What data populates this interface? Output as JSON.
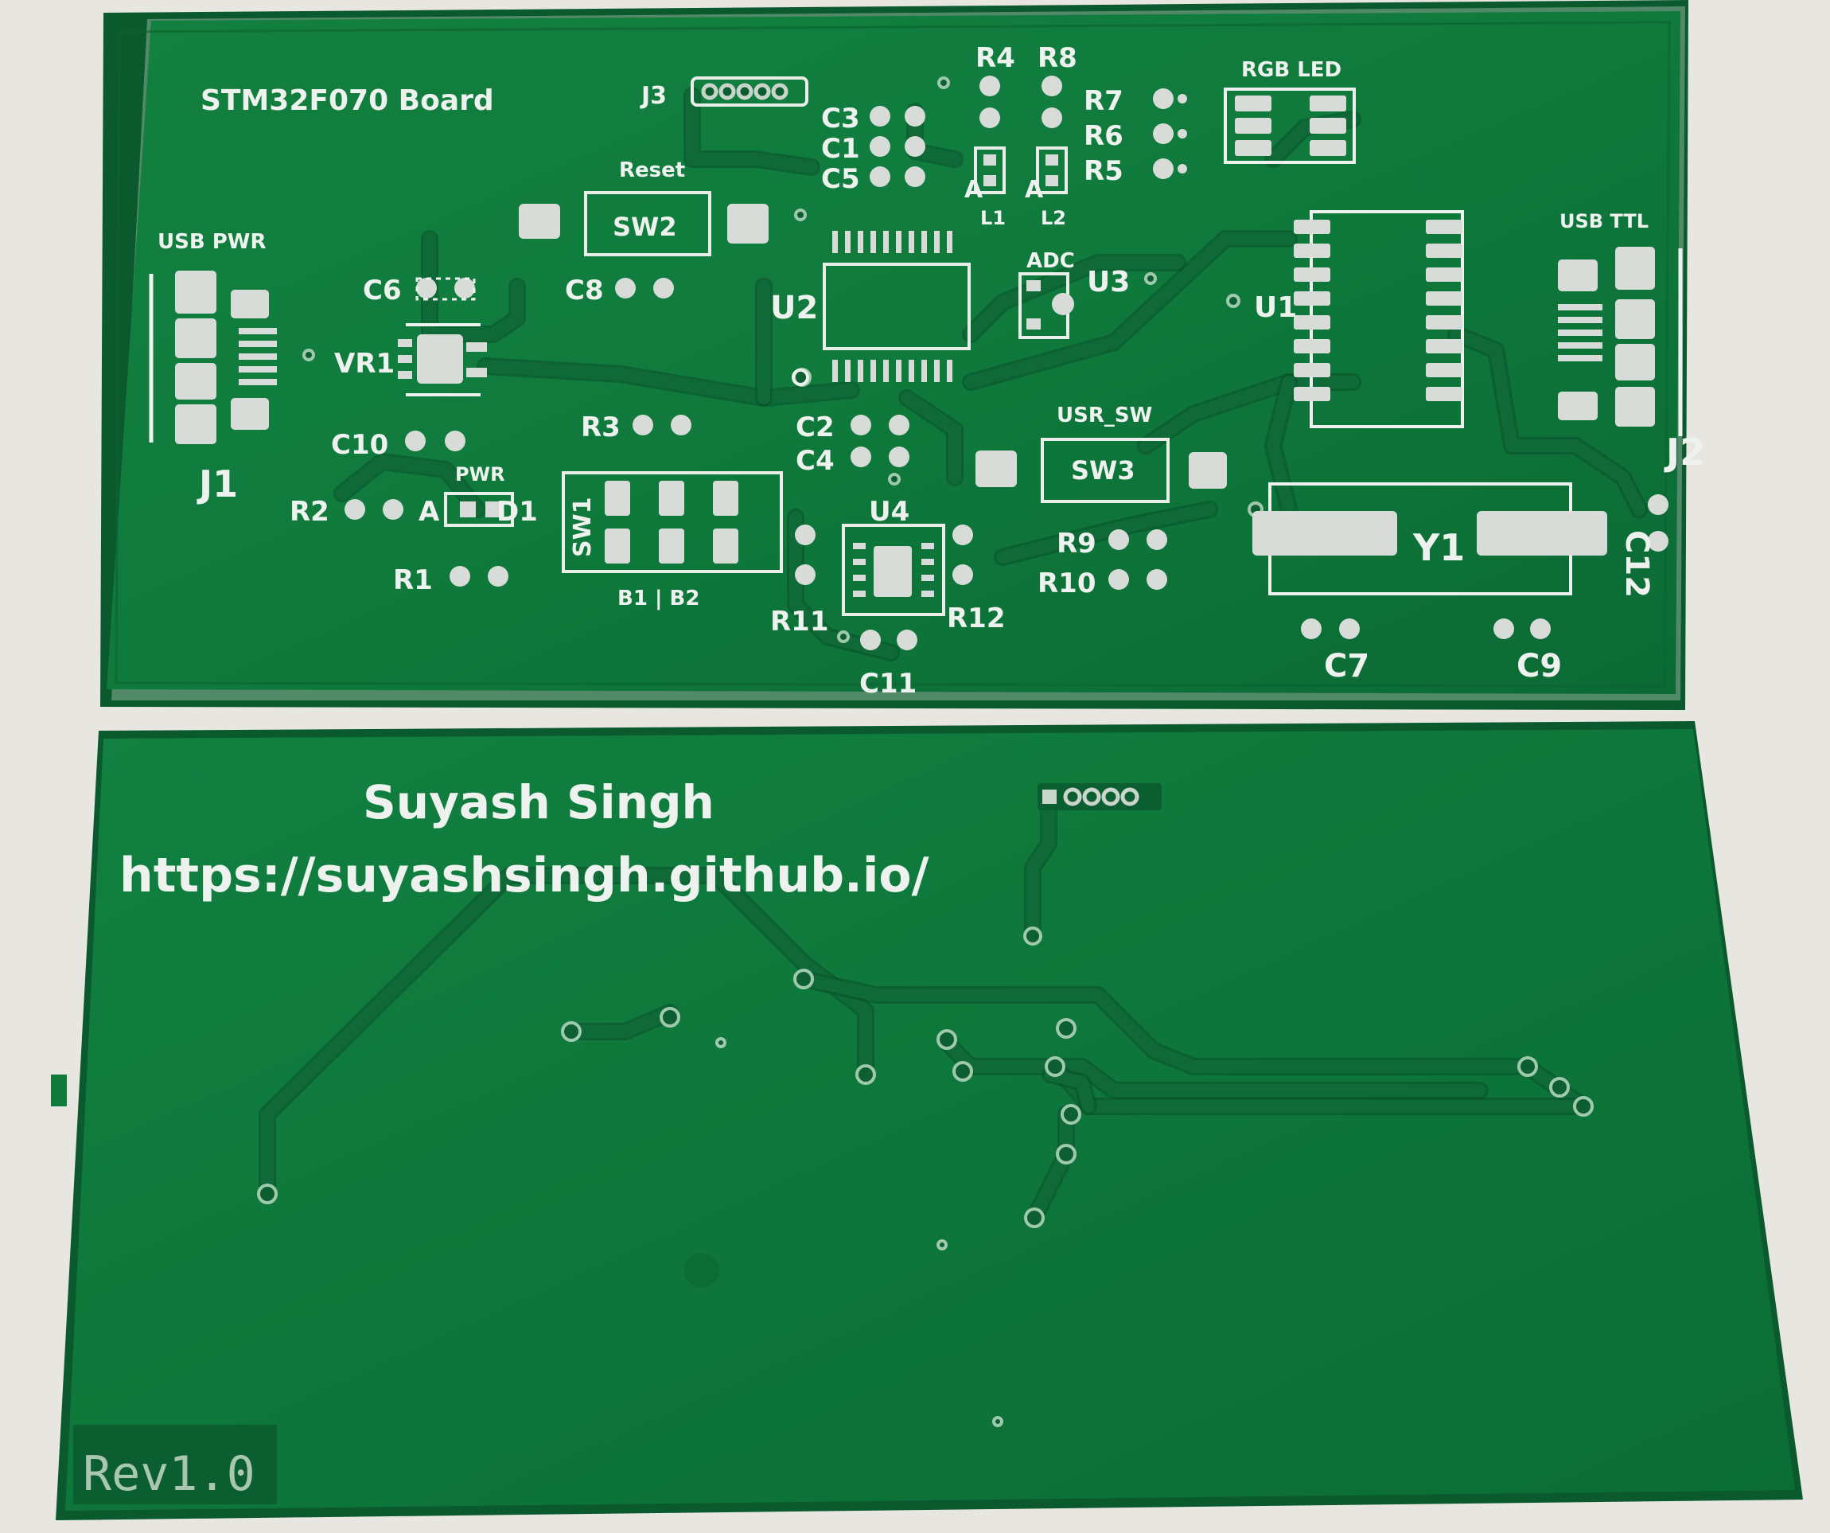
{
  "front_board": {
    "title": "STM32F070 Board",
    "labels": {
      "j3": "J3",
      "reset": "Reset",
      "sw2": "SW2",
      "usb_pwr": "USB PWR",
      "j1": "J1",
      "c6": "C6",
      "vr1": "VR1",
      "c10": "C10",
      "c8": "C8",
      "r2": "R2",
      "a_pwr": "A",
      "d1": "D1",
      "pwr": "PWR",
      "r1": "R1",
      "r3": "R3",
      "sw1": "SW1",
      "b1b2": "B1 | B2",
      "c3": "C3",
      "c1": "C1",
      "c5": "C5",
      "r4": "R4",
      "r8": "R8",
      "l1": "L1",
      "l2": "L2",
      "a_l1": "A",
      "a_l2": "A",
      "adc": "ADC",
      "u3": "U3",
      "u2": "U2",
      "c2": "C2",
      "c4": "C4",
      "u4": "U4",
      "r11": "R11",
      "r12": "R12",
      "c11": "C11",
      "usr_sw": "USR_SW",
      "sw3": "SW3",
      "r9": "R9",
      "r10": "R10",
      "rgb_led": "RGB LED",
      "r7": "R7",
      "r6": "R6",
      "r5": "R5",
      "u1": "U1",
      "usb_ttl": "USB TTL",
      "j2": "J2",
      "y1": "Y1",
      "c7": "C7",
      "c9": "C9",
      "c12": "C12"
    }
  },
  "back_board": {
    "author": "Suyash Singh",
    "url": "https://suyashsingh.github.io/",
    "revision": "Rev1.0"
  },
  "colors": {
    "pcb": "#0f7a3f",
    "pcb_dark": "#0b5e31",
    "silkscreen": "#eef2ee",
    "pad": "#d8dcd8",
    "background": "#e8e6e1"
  }
}
